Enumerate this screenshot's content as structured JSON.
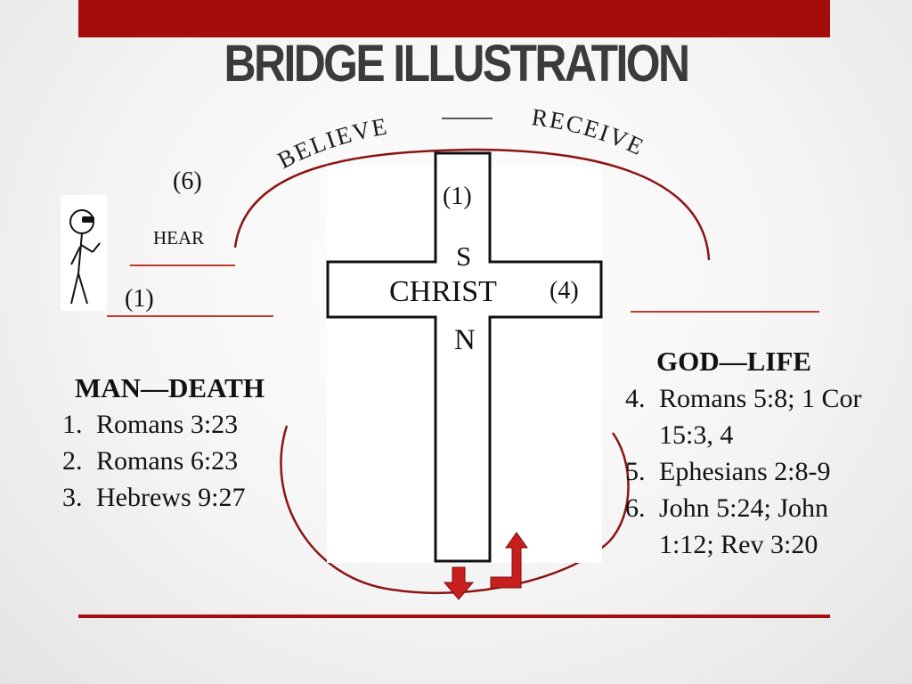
{
  "title": "BRIDGE ILLUSTRATION",
  "labels": {
    "believe": "BELIEVE",
    "receive": "RECEIVE",
    "step_six": "(6)",
    "hear": "HEAR",
    "step_one_left": "(1)",
    "step_one_cross": "(1)",
    "cross_top": "S",
    "cross_mid": "CHRIST",
    "cross_bottom": "N",
    "step_four": "(4)"
  },
  "man_section": {
    "heading": "MAN—DEATH",
    "items": [
      {
        "num": "1.",
        "text": "Romans 3:23"
      },
      {
        "num": "2.",
        "text": "Romans 6:23"
      },
      {
        "num": "3.",
        "text": "Hebrews 9:27"
      }
    ]
  },
  "god_section": {
    "heading": "GOD—LIFE",
    "items": [
      {
        "num": "4.",
        "text": "Romans 5:8; 1 Cor 15:3, 4"
      },
      {
        "num": "5.",
        "text": "Ephesians 2:8-9"
      },
      {
        "num": "6.",
        "text": "John 5:24; John 1:12; Rev 3:20"
      }
    ]
  },
  "icons": {
    "stick_figure": "stick-figure-with-sunglasses-icon",
    "down_arrow": "down-arrow-icon",
    "up_turn_arrow": "up-turn-arrow-icon"
  },
  "colors": {
    "accent_red": "#a50d0d",
    "title_gray": "#3b3b3b",
    "arrow_red": "#c81e1e"
  }
}
